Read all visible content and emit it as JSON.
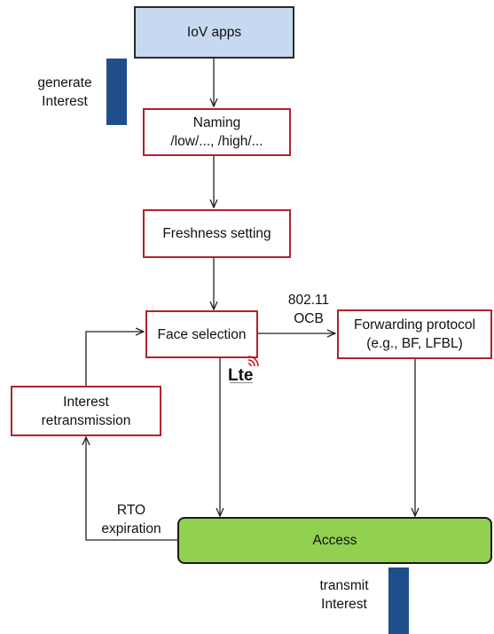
{
  "nodes": {
    "iov_apps": "IoV apps",
    "naming": "Naming\n/low/..., /high/...",
    "freshness": "Freshness setting",
    "face_selection": "Face selection",
    "forwarding": "Forwarding protocol\n(e.g., BF, LFBL)",
    "interest_retransmission": "Interest\nretransmission",
    "access": "Access"
  },
  "labels": {
    "generate_interest": "generate\nInterest",
    "ocb": "802.11\nOCB",
    "rto_expiration": "RTO\nexpiration",
    "transmit_interest": "transmit\nInterest",
    "lte_logo": "Lte"
  },
  "colors": {
    "app_fill": "#c6d9f0",
    "box_border": "#b22328",
    "access_fill": "#92d050",
    "bar_fill": "#1f4e8a",
    "lte_text": "#c8102e"
  }
}
